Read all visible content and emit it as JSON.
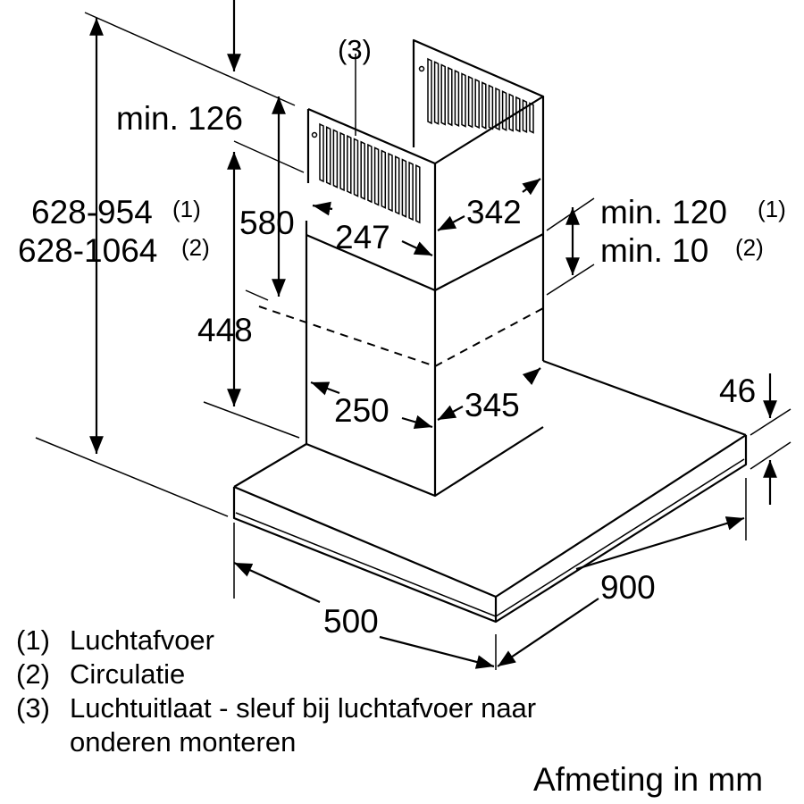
{
  "dimensions": {
    "min_top": "min. 126",
    "total_height_1": "628-954",
    "total_height_1_note": "(1)",
    "total_height_2": "628-1064",
    "total_height_2_note": "(2)",
    "upper_chimney": "580",
    "lower_chimney": "448",
    "upper_width": "247",
    "upper_depth": "342",
    "lower_width": "250",
    "lower_depth": "345",
    "overlap_1": "min. 120",
    "overlap_1_note": "(1)",
    "overlap_2": "min. 10",
    "overlap_2_note": "(2)",
    "hood_thickness": "46",
    "hood_depth": "500",
    "hood_width": "900",
    "callout_3": "(3)"
  },
  "legend": [
    {
      "num": "(1)",
      "text": "Luchtafvoer"
    },
    {
      "num": "(2)",
      "text": "Circulatie"
    },
    {
      "num": "(3)",
      "text": "Luchtuitlaat - sleuf bij luchtafvoer naar"
    },
    {
      "num": "",
      "text": "onderen monteren"
    }
  ],
  "unit_note": "Afmeting in mm"
}
